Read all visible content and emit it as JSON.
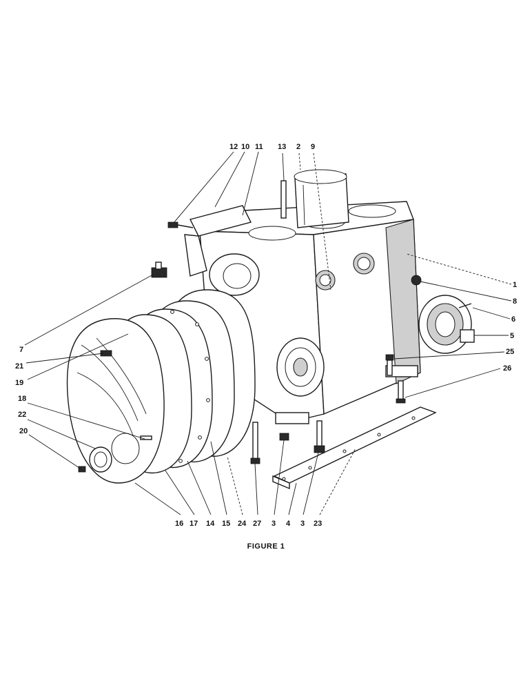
{
  "figure": {
    "caption": "FIGURE 1"
  },
  "callouts": [
    {
      "id": "top-12",
      "text": "12"
    },
    {
      "id": "top-10",
      "text": "10"
    },
    {
      "id": "top-11",
      "text": "11"
    },
    {
      "id": "top-13",
      "text": "13"
    },
    {
      "id": "top-2",
      "text": "2"
    },
    {
      "id": "top-9",
      "text": "9"
    },
    {
      "id": "right-1",
      "text": "1"
    },
    {
      "id": "right-8",
      "text": "8"
    },
    {
      "id": "right-6",
      "text": "6"
    },
    {
      "id": "right-5",
      "text": "5"
    },
    {
      "id": "right-25",
      "text": "25"
    },
    {
      "id": "right-26",
      "text": "26"
    },
    {
      "id": "left-7",
      "text": "7"
    },
    {
      "id": "left-21",
      "text": "21"
    },
    {
      "id": "left-19",
      "text": "19"
    },
    {
      "id": "left-18",
      "text": "18"
    },
    {
      "id": "left-22",
      "text": "22"
    },
    {
      "id": "left-20",
      "text": "20"
    },
    {
      "id": "bottom-16",
      "text": "16"
    },
    {
      "id": "bottom-17",
      "text": "17"
    },
    {
      "id": "bottom-14",
      "text": "14"
    },
    {
      "id": "bottom-15",
      "text": "15"
    },
    {
      "id": "bottom-24",
      "text": "24"
    },
    {
      "id": "bottom-27",
      "text": "27"
    },
    {
      "id": "bottom-3a",
      "text": "3"
    },
    {
      "id": "bottom-4",
      "text": "4"
    },
    {
      "id": "bottom-3b",
      "text": "3"
    },
    {
      "id": "bottom-23",
      "text": "23"
    }
  ]
}
